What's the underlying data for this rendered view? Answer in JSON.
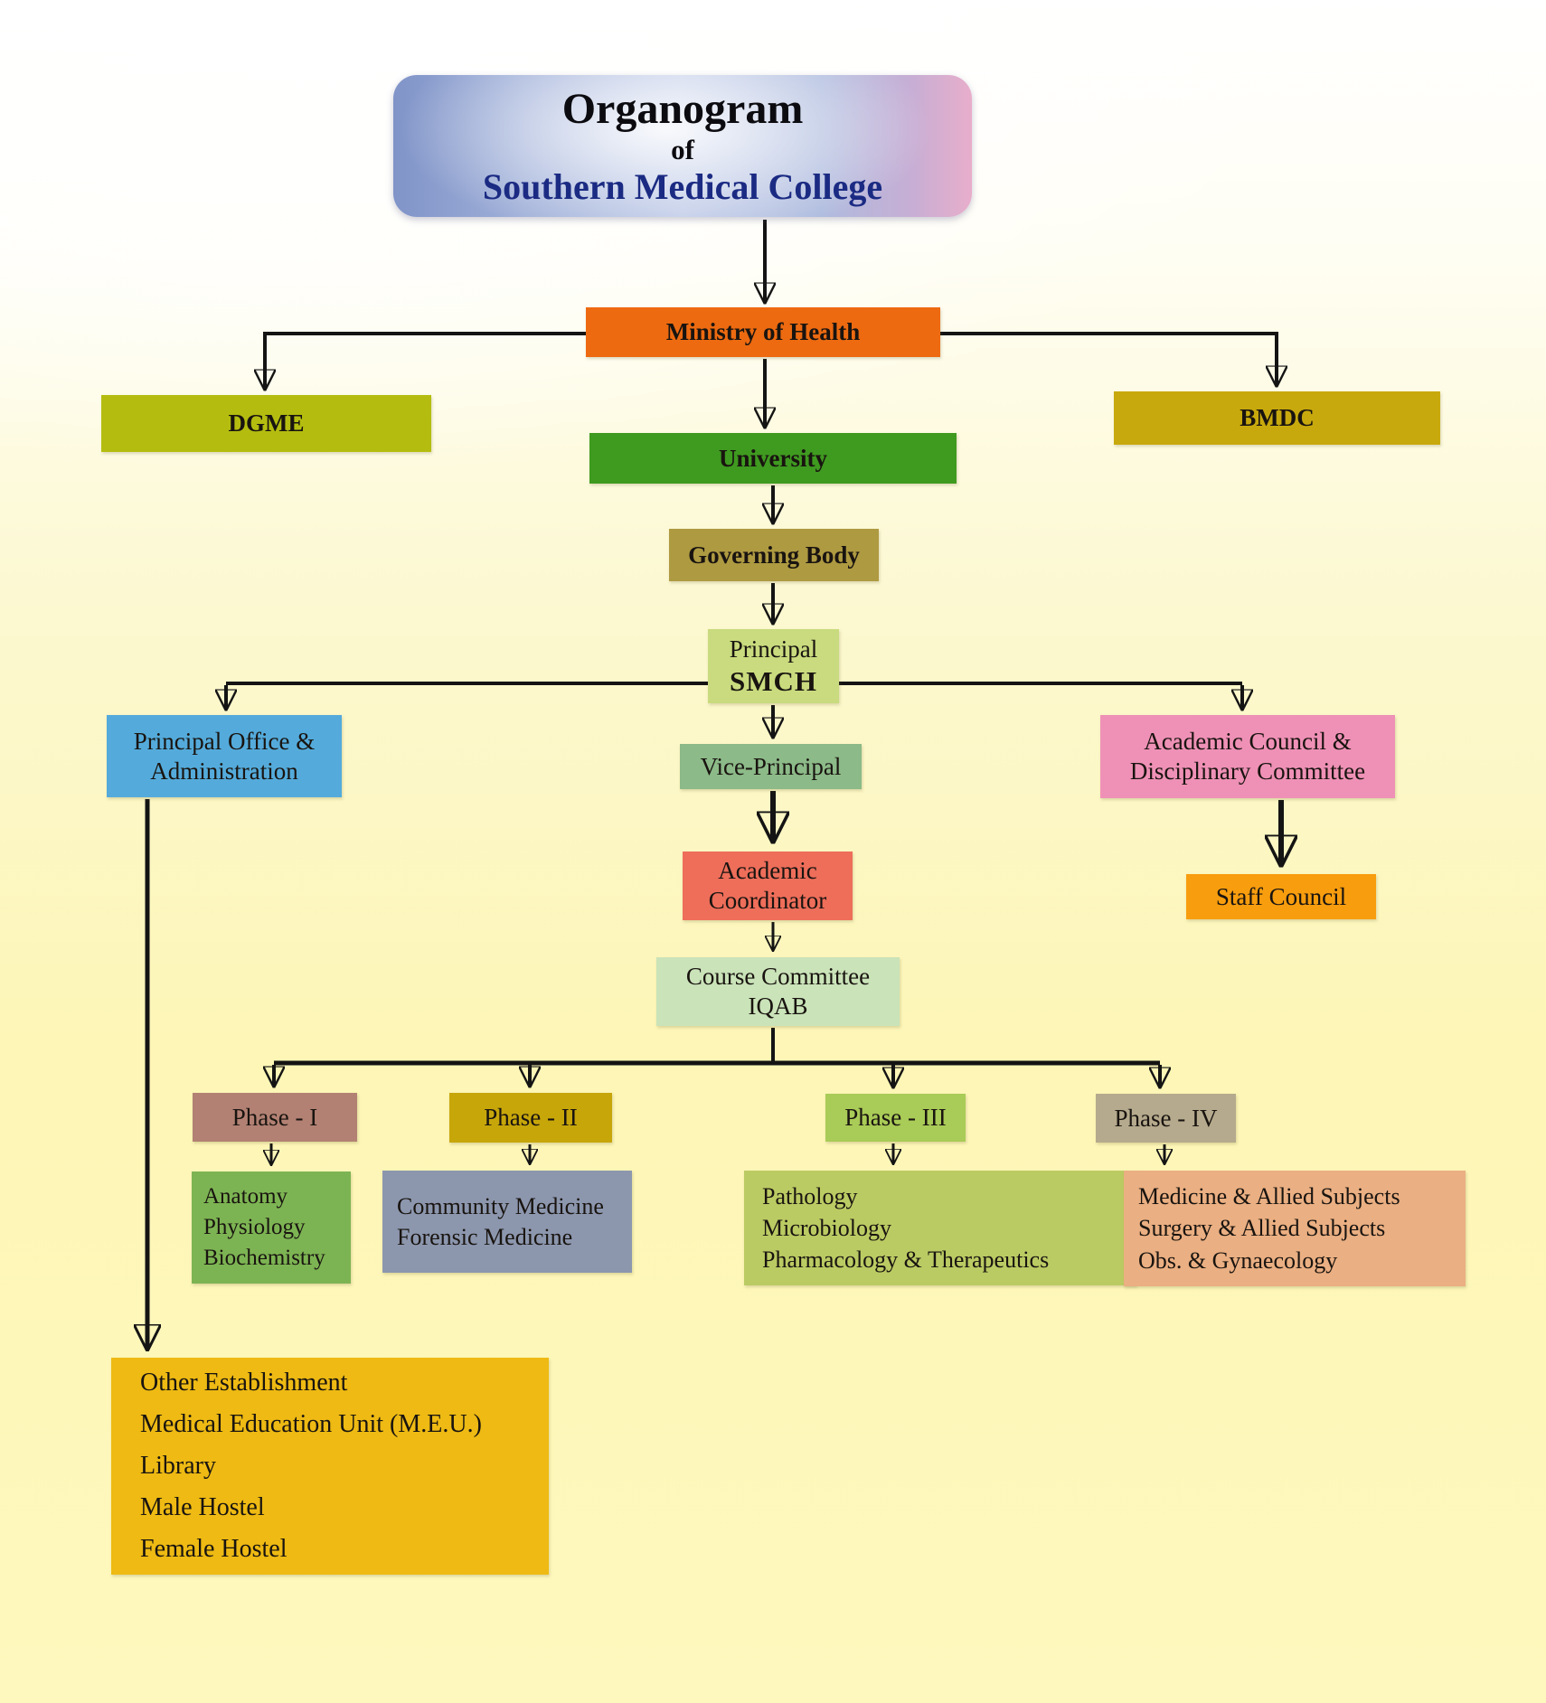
{
  "page": {
    "background_top": "#ffffff",
    "background_bottom": "#fdf6b6",
    "line_color": "#141414"
  },
  "title": {
    "line1": "Organogram",
    "line2": "of",
    "line3": "Southern Medical College",
    "line3_color": "#1b2b83",
    "gradient_left": "#8094c8",
    "gradient_right": "#e8aecb"
  },
  "nodes": {
    "ministry": {
      "label": "Ministry of Health",
      "color": "#ED6A10"
    },
    "dgme": {
      "label": "DGME",
      "color": "#B4BD0F"
    },
    "bmdc": {
      "label": "BMDC",
      "color": "#C8A90D"
    },
    "university": {
      "label": "University",
      "color": "#3F9A20"
    },
    "governing": {
      "label": "Governing Body",
      "color": "#AE9A41"
    },
    "principal": {
      "line1": "Principal",
      "line2": "SMCH",
      "color": "#C9DB7E"
    },
    "office": {
      "line1": "Principal Office &",
      "line2": "Administration",
      "color": "#54ABDB"
    },
    "council": {
      "line1": "Academic Council &",
      "line2": "Disciplinary Committee",
      "color": "#EF91B6"
    },
    "vice": {
      "label": "Vice-Principal",
      "color": "#8CBA88"
    },
    "staff": {
      "label": "Staff Council",
      "color": "#F89D0E"
    },
    "coordinator": {
      "line1": "Academic",
      "line2": "Coordinator",
      "color": "#EE6E5A"
    },
    "course": {
      "line1": "Course Committee",
      "line2": "IQAB",
      "color": "#CAE3B9"
    },
    "phase1": {
      "label": "Phase - I",
      "color": "#B28173"
    },
    "phase2": {
      "label": "Phase - II",
      "color": "#C7A60A"
    },
    "phase3": {
      "label": "Phase - III",
      "color": "#A9CB57"
    },
    "phase4": {
      "label": "Phase - IV",
      "color": "#B5AA8D"
    },
    "subjects1": {
      "lines": [
        "Anatomy",
        "Physiology",
        "Biochemistry"
      ],
      "color": "#7DB453"
    },
    "subjects2": {
      "lines": [
        "Community Medicine",
        "Forensic Medicine"
      ],
      "color": "#8C97AE"
    },
    "subjects3": {
      "lines": [
        "Pathology",
        "Microbiology",
        "Pharmacology & Therapeutics"
      ],
      "color": "#BBCB63"
    },
    "subjects4": {
      "lines": [
        "Medicine & Allied Subjects",
        "Surgery & Allied Subjects",
        "Obs. & Gynaecology"
      ],
      "color": "#EAAF82"
    },
    "other": {
      "lines": [
        "Other Establishment",
        "Medical Education Unit (M.E.U.)",
        "Library",
        "Male Hostel",
        "Female Hostel"
      ],
      "color": "#EEBA13"
    }
  }
}
